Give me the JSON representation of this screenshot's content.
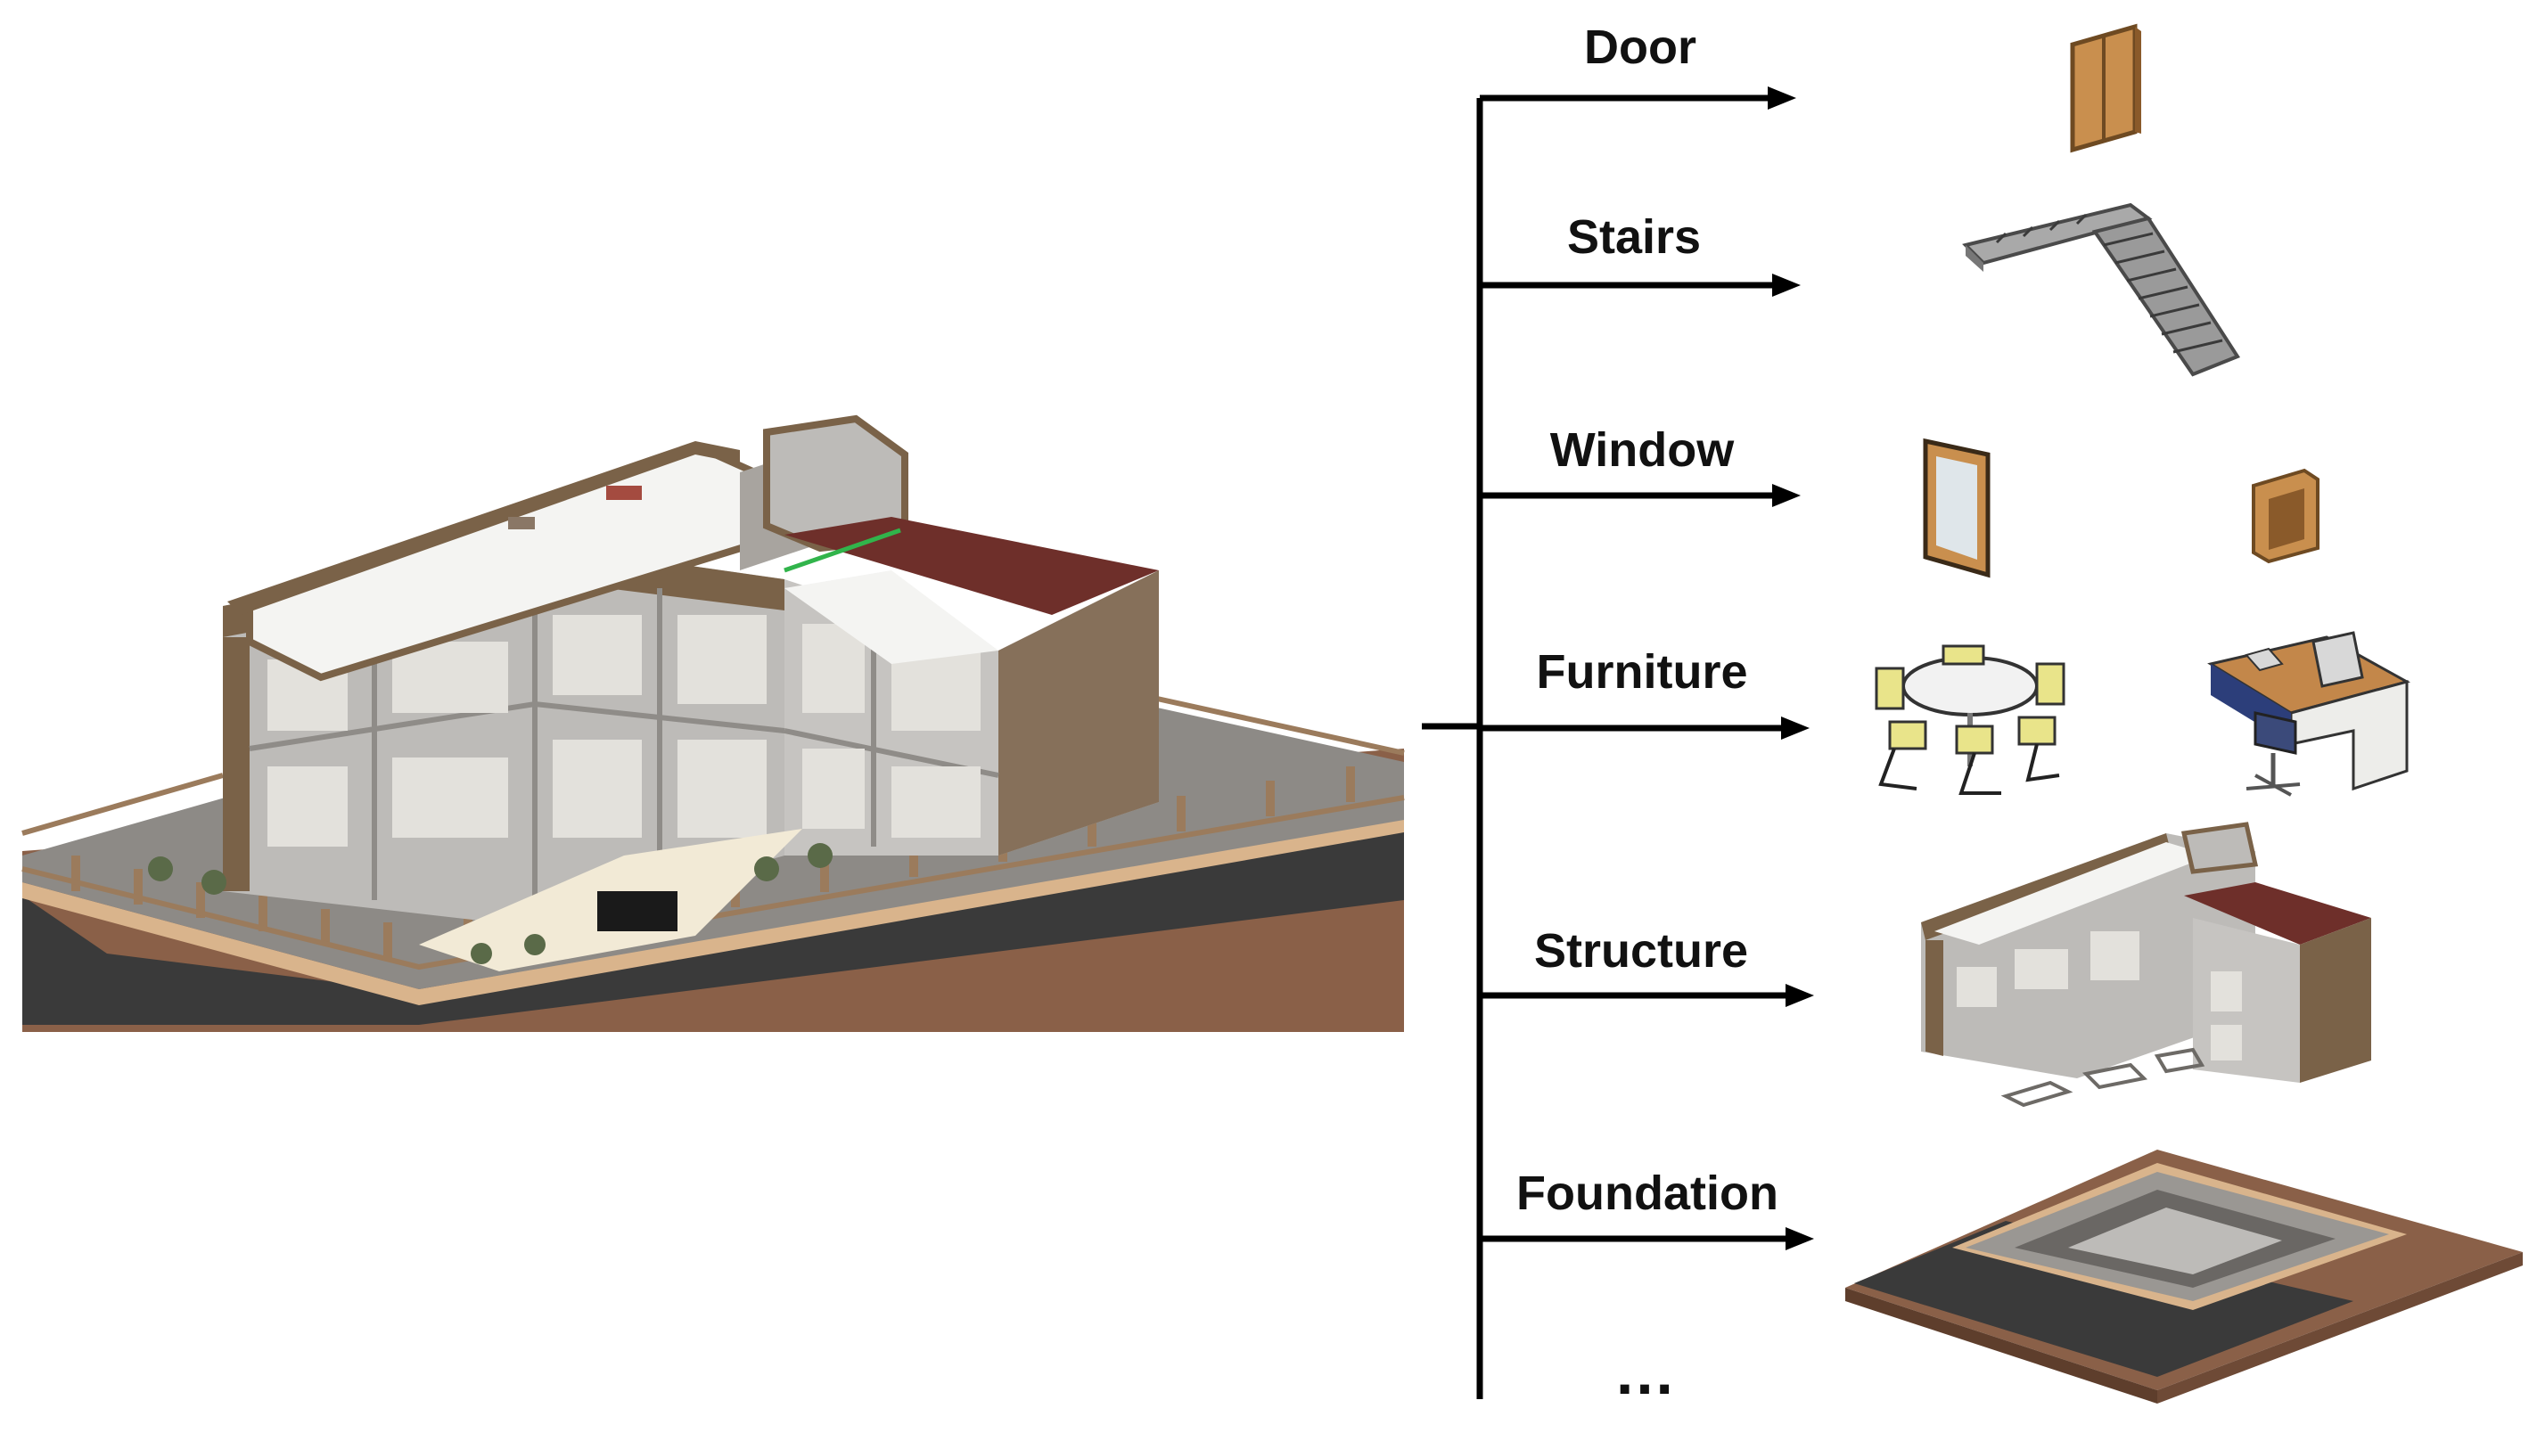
{
  "categories": [
    {
      "key": "door",
      "label": "Door"
    },
    {
      "key": "stairs",
      "label": "Stairs"
    },
    {
      "key": "window",
      "label": "Window"
    },
    {
      "key": "furniture",
      "label": "Furniture"
    },
    {
      "key": "structure",
      "label": "Structure"
    },
    {
      "key": "foundation",
      "label": "Foundation"
    }
  ],
  "ellipsis": "…",
  "colors": {
    "wall_brown": "#7a6248",
    "wall_grey": "#bdbbb8",
    "roof_white": "#f4f4f2",
    "roof_red": "#6e2f2a",
    "ground_brown": "#8a6048",
    "road_dark": "#3a3a3a",
    "curb_tan": "#d9b48c",
    "door_wood": "#c98f4e",
    "chair_yellow": "#e9e48a",
    "desk_wood": "#c3874a"
  }
}
